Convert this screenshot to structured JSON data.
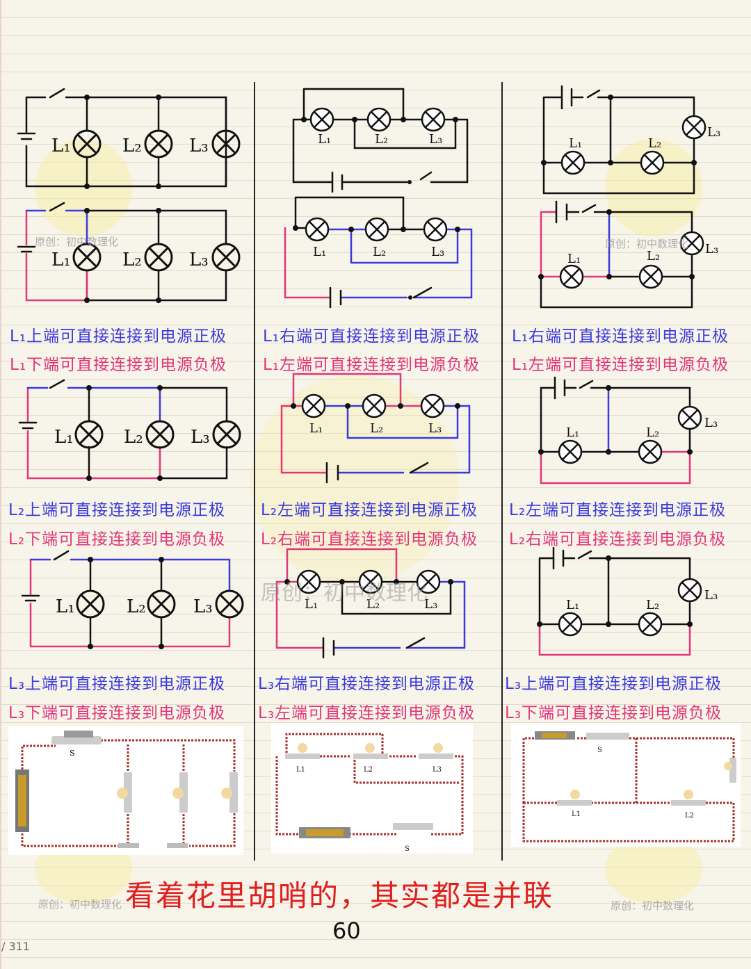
{
  "captions": [
    {
      "top": "L₁上端可直接连接到电源正极",
      "bottom": "L₁下端可直接连接到电源负极"
    },
    {
      "top": "L₁右端可直接连接到电源正极",
      "bottom": "L₁左端可直接连接到电源负极"
    },
    {
      "top": "L₁右端可直接连接到电源正极",
      "bottom": "L₁左端可直接连接到电源负极"
    },
    {
      "top": "L₂上端可直接连接到电源正极",
      "bottom": "L₂下端可直接连接到电源负极"
    },
    {
      "top": "L₂左端可直接连接到电源正极",
      "bottom": "L₂右端可直接连接到电源负极"
    },
    {
      "top": "L₂左端可直接连接到电源正极",
      "bottom": "L₂右端可直接连接到电源负极"
    },
    {
      "top": "L₃上端可直接连接到电源正极",
      "bottom": "L₃下端可直接连接到电源负极"
    },
    {
      "top": "L₃右端可直接连接到电源正极",
      "bottom": "L₃左端可直接连接到电源负极"
    },
    {
      "top": "L₃上端可直接连接到电源正极",
      "bottom": "L₃下端可直接连接到电源负极"
    }
  ],
  "lamp_labels": {
    "l1": "L₁",
    "l2": "L₂",
    "l3": "L₃"
  },
  "photo_labels": {
    "s": "S",
    "l1": "L1",
    "l2": "L2",
    "l3": "L3"
  },
  "watermark": "原创：初中数理化",
  "footer_title": "看着花里胡哨的，其实都是并联",
  "page_number": "60",
  "page_count": "/ 311",
  "colors": {
    "blue": "#3a3adc",
    "pink": "#e0367a",
    "red_title": "#e01f1f"
  }
}
